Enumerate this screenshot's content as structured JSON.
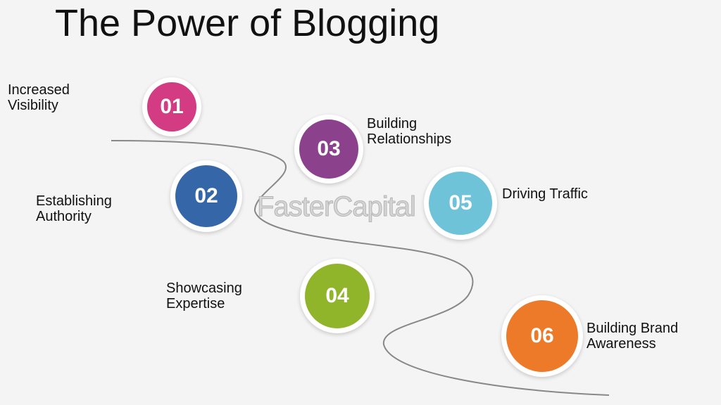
{
  "title": "The Power of Blogging",
  "watermark": "FasterCapital",
  "steps": [
    {
      "number": "01",
      "label_lines": [
        "Increased",
        "Visibility"
      ],
      "color": "#d33c82"
    },
    {
      "number": "02",
      "label_lines": [
        "Establishing",
        "Authority"
      ],
      "color": "#3567a8"
    },
    {
      "number": "03",
      "label_lines": [
        "Building",
        "Relationships"
      ],
      "color": "#8b418c"
    },
    {
      "number": "04",
      "label_lines": [
        "Showcasing",
        "Expertise"
      ],
      "color": "#90b52a"
    },
    {
      "number": "05",
      "label_lines": [
        "Driving Traffic"
      ],
      "color": "#6ec3d9"
    },
    {
      "number": "06",
      "label_lines": [
        "Building Brand",
        "Awareness"
      ],
      "color": "#ec7a28"
    }
  ]
}
